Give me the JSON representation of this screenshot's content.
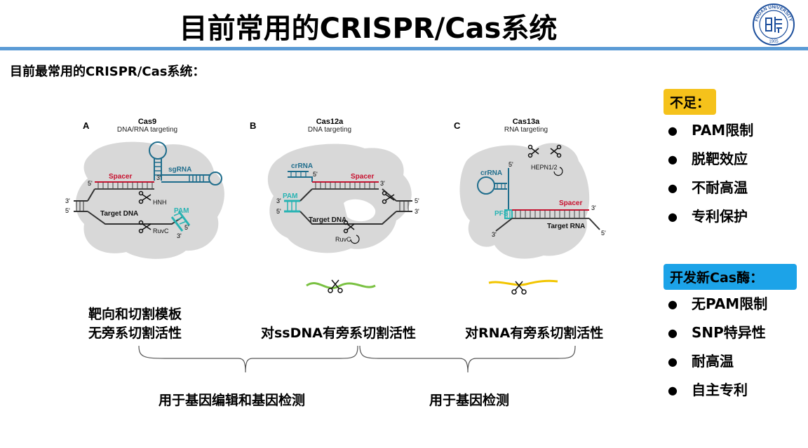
{
  "header": {
    "title": "目前常用的CRISPR/Cas系统",
    "logo_text_top": "FUDAN UNIVERSITY",
    "logo_year": "1905"
  },
  "subtitle": "目前最常用的CRISPR/Cas系统：",
  "panels": [
    {
      "letter": "A",
      "name": "Cas9",
      "sub": "DNA/RNA targeting",
      "labels": {
        "spacer": "Spacer",
        "sgrna": "sgRNA",
        "target": "Target DNA",
        "pam": "PAM",
        "hnh": "HNH",
        "ruvc": "RuvC",
        "p5": "5'",
        "p3": "3'"
      }
    },
    {
      "letter": "B",
      "name": "Cas12a",
      "sub": "DNA targeting",
      "labels": {
        "crrna": "crRNA",
        "spacer": "Spacer",
        "pam": "PAM",
        "target": "Target DNA",
        "ruvc": "RuvC",
        "p5": "5'",
        "p3": "3'"
      }
    },
    {
      "letter": "C",
      "name": "Cas13a",
      "sub": "RNA targeting",
      "labels": {
        "crrna": "crRNA",
        "hepn": "HEPN1/2",
        "pfs": "PFS",
        "spacer": "Spacer",
        "target": "Target RNA",
        "p5": "5'",
        "p3": "3'"
      }
    }
  ],
  "captions": {
    "cas9_line1": "靶向和切割模板",
    "cas9_line2": "无旁系切割活性",
    "cas12": "对ssDNA有旁系切割活性",
    "cas13": "对RNA有旁系切割活性",
    "group1": "用于基因编辑和基因检测",
    "group2": "用于基因检测"
  },
  "shortcomings": {
    "label": "不足：",
    "items": [
      "PAM限制",
      "脱靶效应",
      "不耐高温",
      "专利保护"
    ]
  },
  "development": {
    "label": "开发新Cas酶：",
    "items": [
      "无PAM限制",
      "SNP特异性",
      "耐高温",
      "自主专利"
    ]
  },
  "colors": {
    "accent_line": "#5b9bd5",
    "yellow_box": "#f5c21b",
    "blue_box": "#1ca3e8",
    "protein_gray": "#d8d8d8",
    "spacer_red": "#c8102e",
    "rna_blue": "#1f6d8c",
    "pam_teal": "#27b3b3",
    "ssdna_green": "#7ac142",
    "rna_yellow": "#f2c500"
  }
}
